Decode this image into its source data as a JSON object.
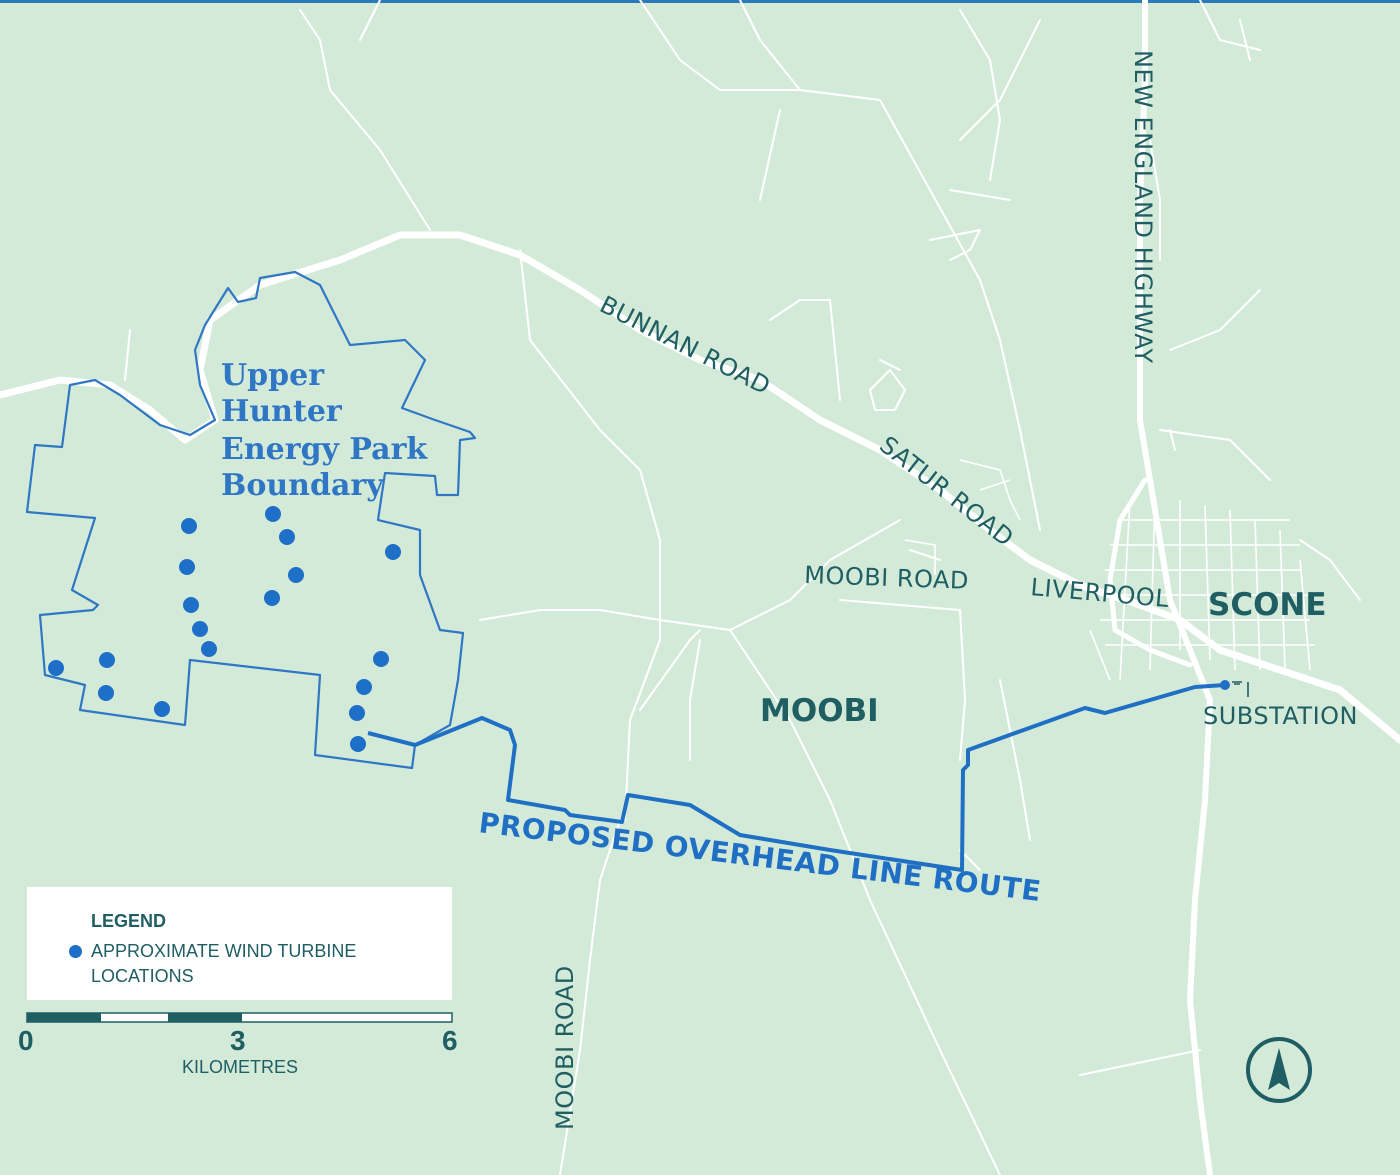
{
  "map": {
    "boundary_label": [
      "Upper",
      "Hunter",
      "Energy Park",
      "Boundary"
    ],
    "roads": {
      "bunnan": "BUNNAN ROAD",
      "satur": "SATUR ROAD",
      "moobi_east": "MOOBI ROAD",
      "liverpool": "LIVERPOOL",
      "new_england": "NEW ENGLAND HIGHWAY",
      "moobi_south": "MOOBI ROAD"
    },
    "places": {
      "scone": "SCONE",
      "moobi": "MOOBI",
      "substation": "SUBSTATION"
    },
    "route_label": "PROPOSED OVERHEAD LINE ROUTE",
    "colors": {
      "land": "#d4ead9",
      "road": "#ffffff",
      "boundary": "#2f77c5",
      "route": "#1f6fc4",
      "turbine": "#1e6fc8",
      "text": "#1f5e63"
    }
  },
  "legend": {
    "title": "LEGEND",
    "item": "APPROXIMATE WIND TURBINE LOCATIONS",
    "item_icon": "turbine-dot-icon"
  },
  "scale": {
    "ticks": [
      "0",
      "3",
      "6"
    ],
    "unit": "KILOMETRES"
  },
  "north_arrow": {
    "icon": "north-arrow-icon"
  }
}
